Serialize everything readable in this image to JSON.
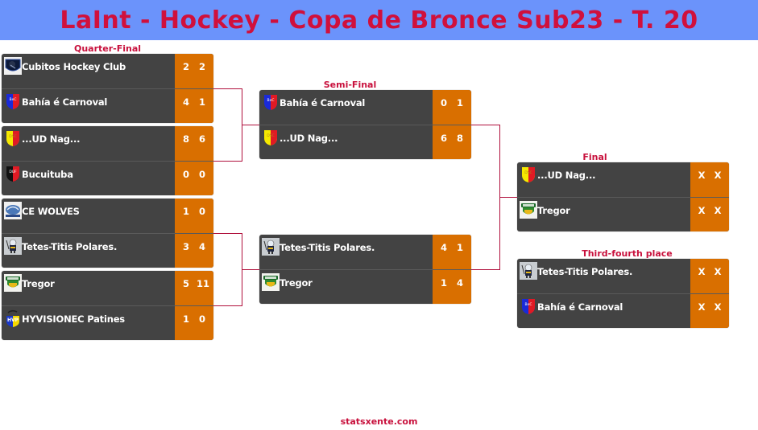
{
  "header": {
    "title": "LaInt - Hockey - Copa de Bronce Sub23 - T. 20"
  },
  "colors": {
    "header_bg": "#6b93fb",
    "title": "#d0103c",
    "box_bg": "#434343",
    "score_bg": "#d96f00",
    "connector": "#b0103c"
  },
  "rounds": {
    "quarter": {
      "label": "Quarter-Final",
      "matches": [
        {
          "home": {
            "name": "Cubitos Hockey Club",
            "logo": "cubitos-logo",
            "scores": [
              "2",
              "2"
            ]
          },
          "away": {
            "name": "Bahía é Carnoval",
            "logo": "bahia-logo",
            "scores": [
              "4",
              "1"
            ]
          }
        },
        {
          "home": {
            "name": "...UD Nag...",
            "logo": "udnag-logo",
            "scores": [
              "8",
              "6"
            ]
          },
          "away": {
            "name": "Bucuituba",
            "logo": "bucuituba-logo",
            "scores": [
              "0",
              "0"
            ]
          }
        },
        {
          "home": {
            "name": "CE WOLVES",
            "logo": "wolves-logo",
            "scores": [
              "1",
              "0"
            ]
          },
          "away": {
            "name": "Tetes-Titis Polares.",
            "logo": "tetes-logo",
            "scores": [
              "3",
              "4"
            ]
          }
        },
        {
          "home": {
            "name": "Tregor",
            "logo": "tregor-logo",
            "scores": [
              "5",
              "11"
            ]
          },
          "away": {
            "name": "HYVISIONEC Patines",
            "logo": "hyvisionec-logo",
            "scores": [
              "1",
              "0"
            ]
          }
        }
      ]
    },
    "semi": {
      "label": "Semi-Final",
      "matches": [
        {
          "home": {
            "name": "Bahía é Carnoval",
            "logo": "bahia-logo",
            "scores": [
              "0",
              "1"
            ]
          },
          "away": {
            "name": "...UD Nag...",
            "logo": "udnag-logo",
            "scores": [
              "6",
              "8"
            ]
          }
        },
        {
          "home": {
            "name": "Tetes-Titis Polares.",
            "logo": "tetes-logo",
            "scores": [
              "4",
              "1"
            ]
          },
          "away": {
            "name": "Tregor",
            "logo": "tregor-logo",
            "scores": [
              "1",
              "4"
            ]
          }
        }
      ]
    },
    "final": {
      "label": "Final",
      "matches": [
        {
          "home": {
            "name": "...UD Nag...",
            "logo": "udnag-logo",
            "scores": [
              "X",
              "X"
            ]
          },
          "away": {
            "name": "Tregor",
            "logo": "tregor-logo",
            "scores": [
              "X",
              "X"
            ]
          }
        }
      ]
    },
    "third": {
      "label": "Third-fourth place",
      "matches": [
        {
          "home": {
            "name": "Tetes-Titis Polares.",
            "logo": "tetes-logo",
            "scores": [
              "X",
              "X"
            ]
          },
          "away": {
            "name": "Bahía é Carnoval",
            "logo": "bahia-logo",
            "scores": [
              "X",
              "X"
            ]
          }
        }
      ]
    }
  },
  "footer": {
    "text": "statsxente.com"
  }
}
